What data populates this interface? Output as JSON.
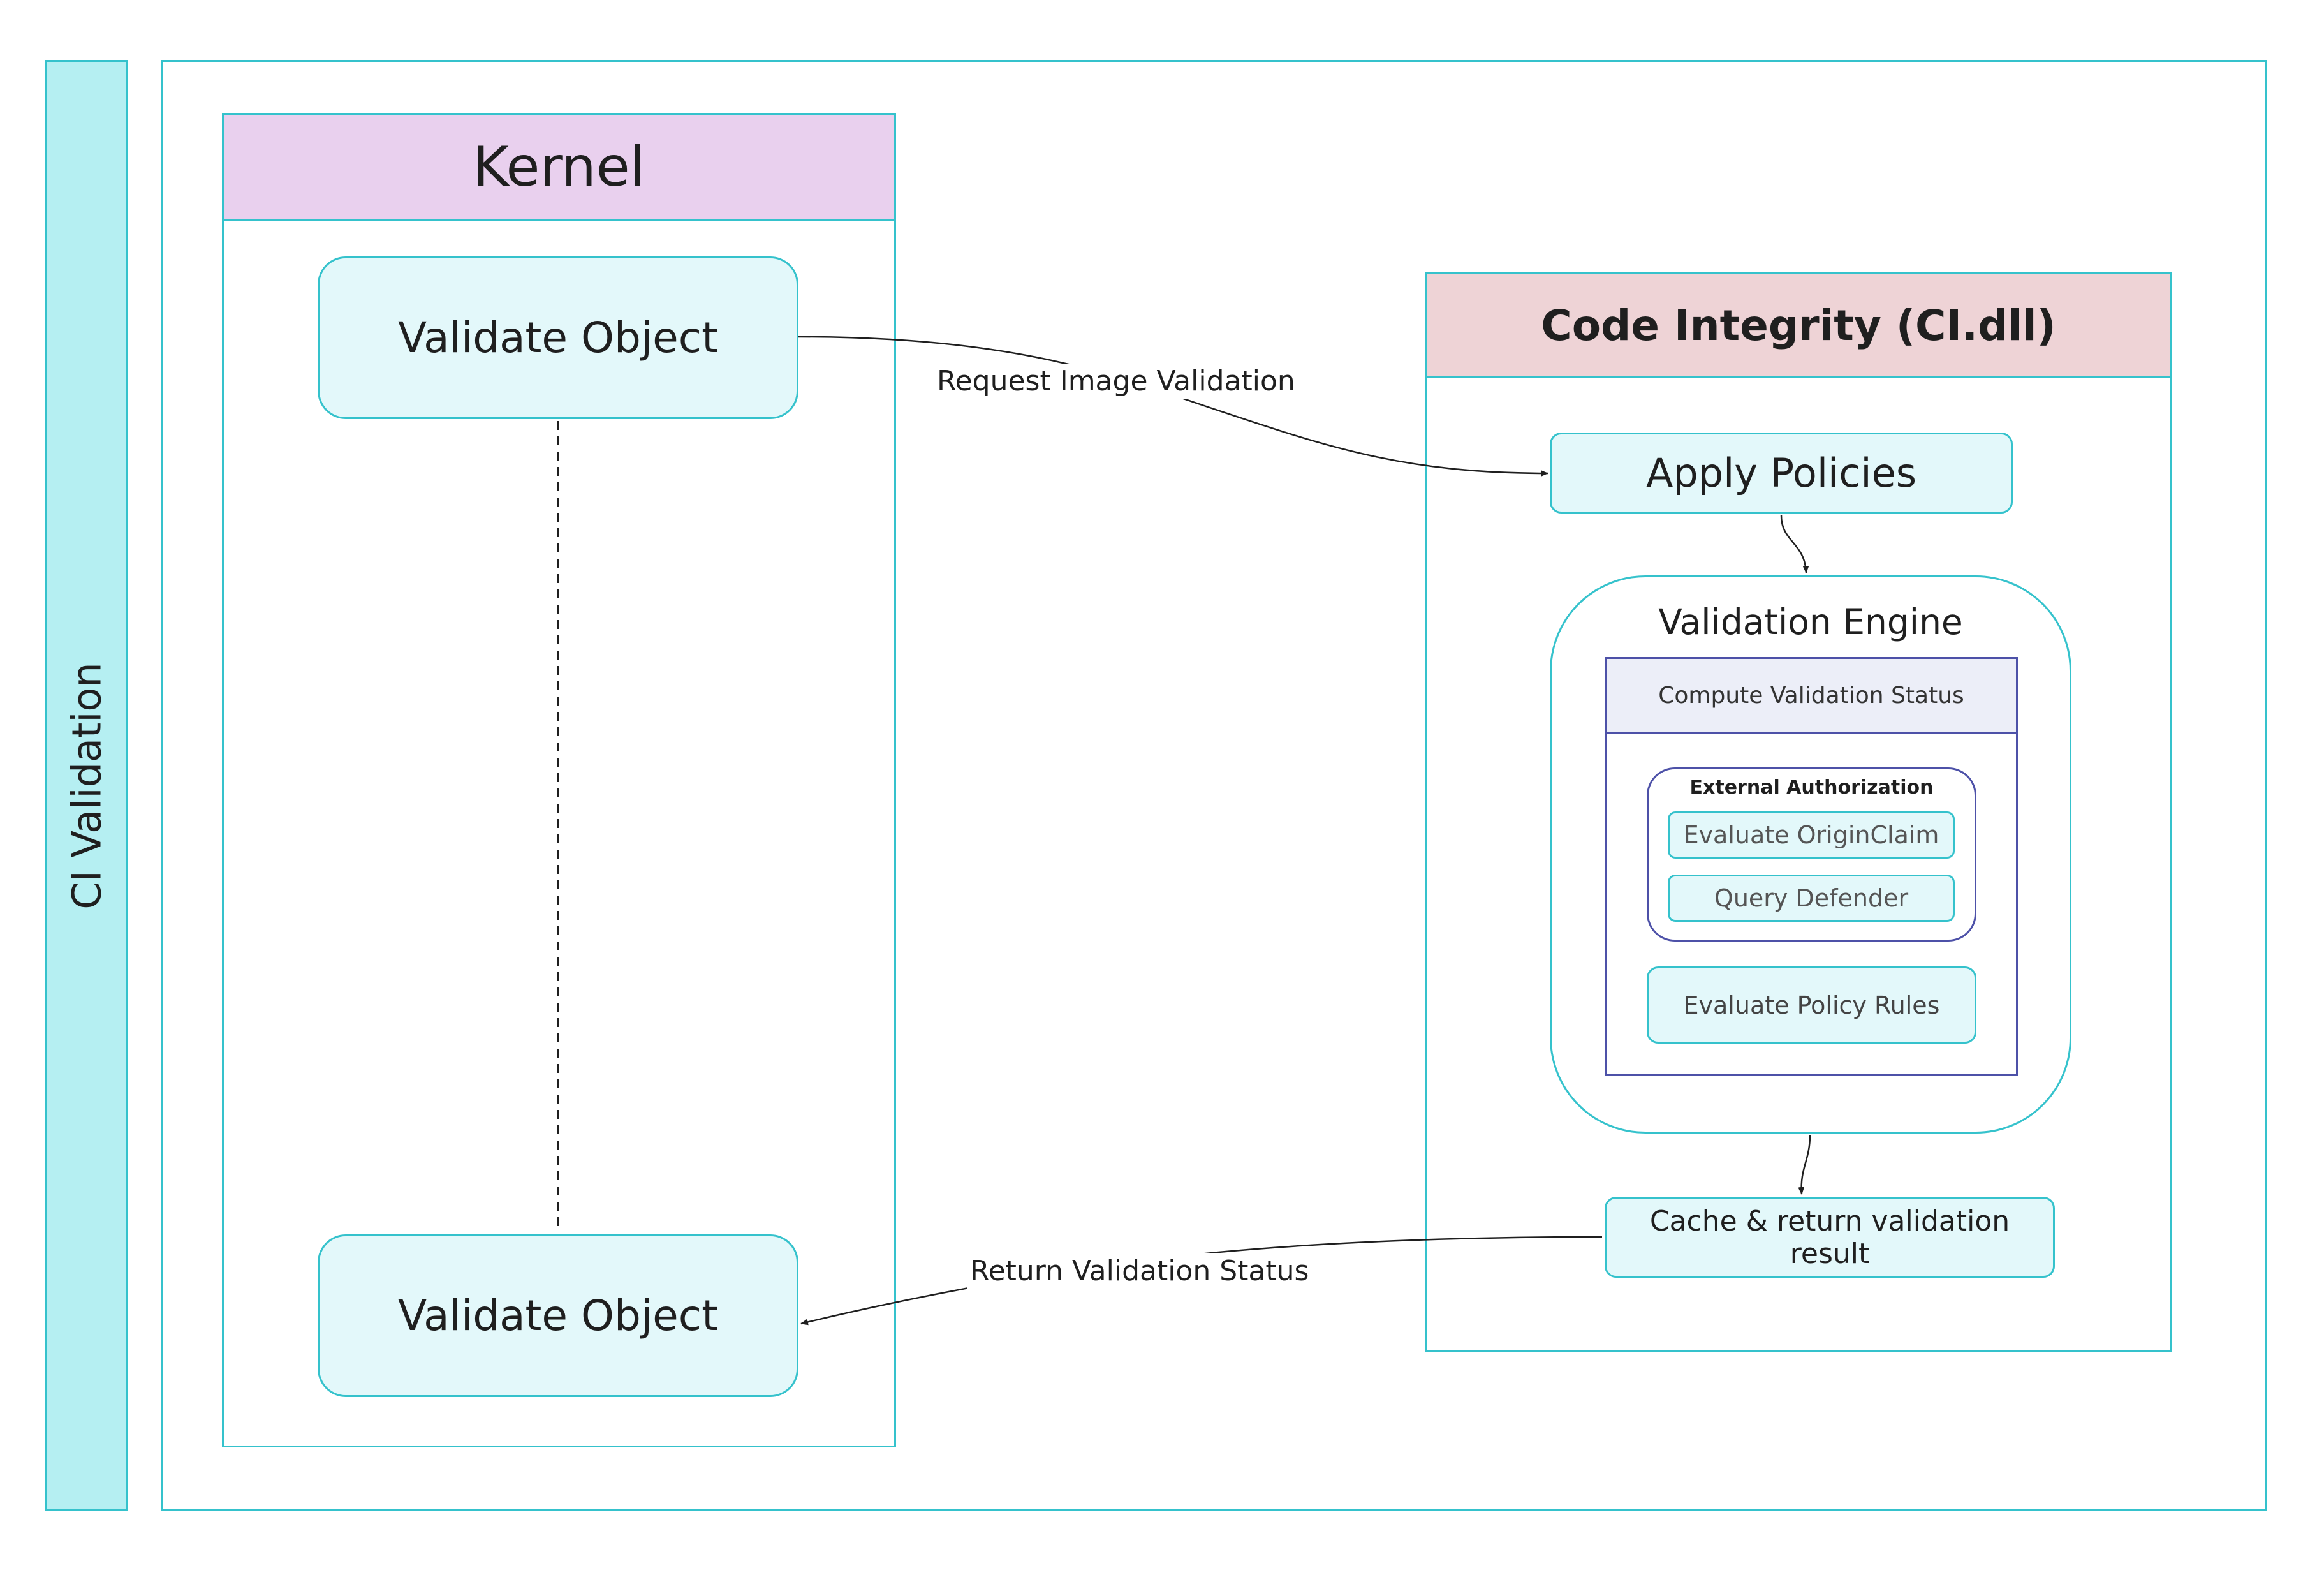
{
  "lane": {
    "label": "CI Validation"
  },
  "kernel": {
    "title": "Kernel",
    "validate_object_top": "Validate Object",
    "validate_object_bottom": "Validate Object"
  },
  "code_integrity": {
    "title": "Code Integrity (CI.dll)",
    "apply_policies": "Apply Policies",
    "validation_engine": {
      "title": "Validation Engine",
      "compute_status": "Compute Validation Status",
      "external_authorization": {
        "title": "External Authorization",
        "evaluate_originclaim": "Evaluate OriginClaim",
        "query_defender": "Query Defender"
      },
      "evaluate_policy_rules": "Evaluate Policy Rules"
    },
    "cache_return": "Cache & return validation result"
  },
  "edges": {
    "request_label": "Request Image Validation",
    "return_label": "Return Validation Status"
  },
  "colors": {
    "teal_border": "#35c2cc",
    "teal_fill": "#e3f8fa",
    "lane_fill": "#b5eff2",
    "kernel_header": "#e9d0ee",
    "ci_header": "#eed3d6",
    "indigo_border": "#4d51a8",
    "indigo_fill": "#eceef8"
  }
}
